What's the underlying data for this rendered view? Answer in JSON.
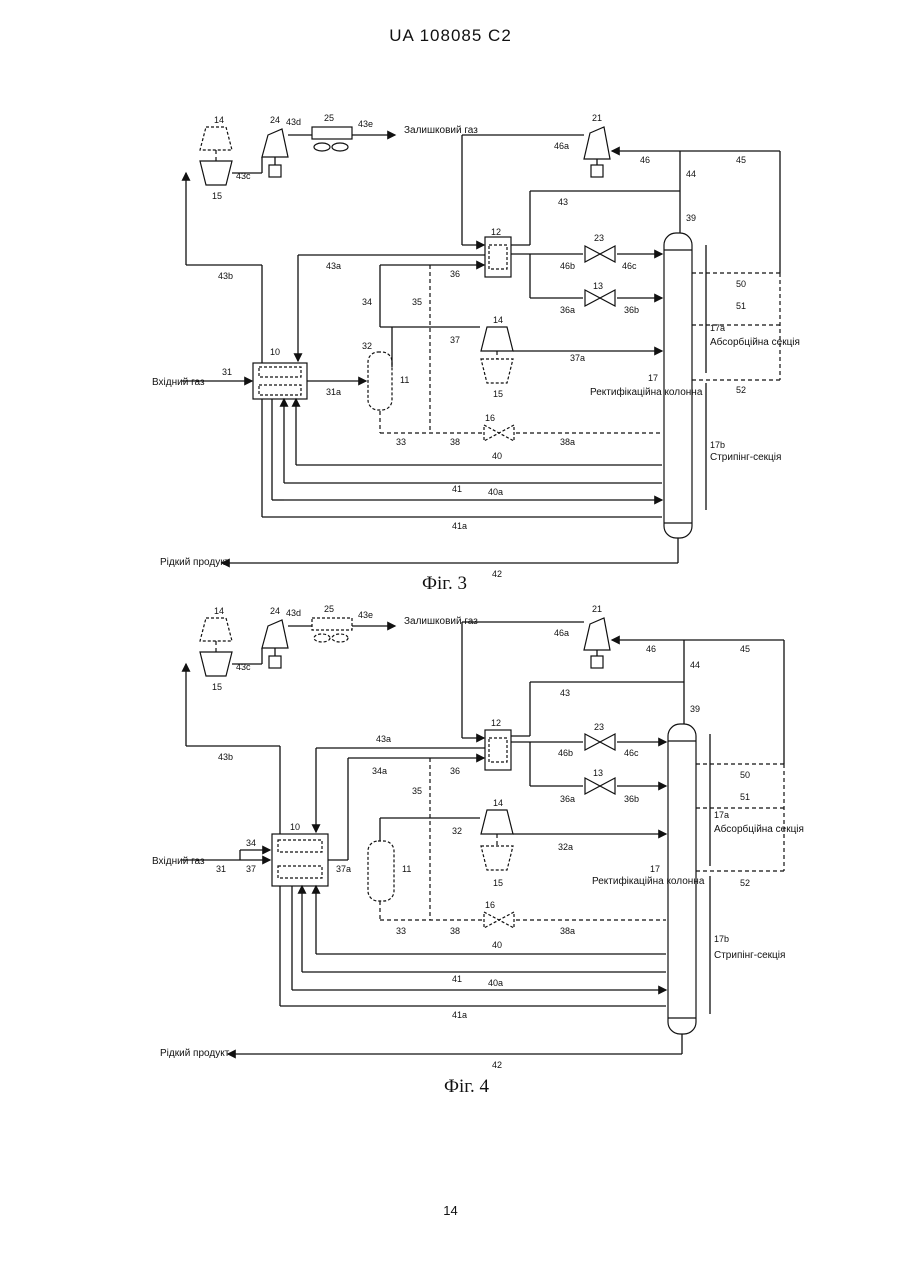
{
  "header": {
    "doc_id": "UA   108085   C2"
  },
  "page_number": "14",
  "figures": [
    {
      "caption": "Фіг. 3",
      "labels": {
        "residual_gas": "Залишковий газ",
        "inlet_gas": "Вхідний газ",
        "liquid_product": "Рідкий продукт",
        "column": "Ректифікаційна колонна",
        "absorption": "Абсорбційна секція",
        "stripping": "Стрипінг-секція"
      },
      "refs": {
        "r10": "10",
        "r11": "11",
        "r12": "12",
        "r13": "13",
        "r14a": "14",
        "r14b": "14",
        "r15a": "15",
        "r15b": "15",
        "r16": "16",
        "r17": "17",
        "r17a": "17a",
        "r17b": "17b",
        "r21": "21",
        "r23": "23",
        "r24": "24",
        "r25": "25",
        "s31": "31",
        "s31a": "31a",
        "s32": "32",
        "s33": "33",
        "s34": "34",
        "s35": "35",
        "s36": "36",
        "s36a": "36a",
        "s36b": "36b",
        "s37": "37",
        "s37a": "37a",
        "s38": "38",
        "s38a": "38a",
        "s39": "39",
        "s40": "40",
        "s40a": "40a",
        "s41": "41",
        "s41a": "41a",
        "s42": "42",
        "s43": "43",
        "s43a": "43a",
        "s43b": "43b",
        "s43c": "43c",
        "s43d": "43d",
        "s43e": "43e",
        "s44": "44",
        "s45": "45",
        "s46": "46",
        "s46a": "46a",
        "s46b": "46b",
        "s46c": "46c",
        "s50": "50",
        "s51": "51",
        "s52": "52"
      }
    },
    {
      "caption": "Фіг. 4",
      "labels": {
        "residual_gas": "Залишковий газ",
        "inlet_gas": "Вхідний газ",
        "liquid_product": "Рідкий продукт",
        "column": "Ректифікаційна колонна",
        "absorption": "Абсорбційна секція",
        "stripping": "Стрипінг-секція"
      },
      "refs": {
        "r10": "10",
        "r11": "11",
        "r12": "12",
        "r13": "13",
        "r14a": "14",
        "r14b": "14",
        "r15a": "15",
        "r15b": "15",
        "r16": "16",
        "r17": "17",
        "r17a": "17a",
        "r17b": "17b",
        "r21": "21",
        "r23": "23",
        "r24": "24",
        "r25": "25",
        "s31": "31",
        "s32": "32",
        "s32a": "32a",
        "s33": "33",
        "s34": "34",
        "s34a": "34a",
        "s35": "35",
        "s36": "36",
        "s36a": "36a",
        "s36b": "36b",
        "s37": "37",
        "s37a": "37a",
        "s38": "38",
        "s38a": "38a",
        "s39": "39",
        "s40": "40",
        "s40a": "40a",
        "s41": "41",
        "s41a": "41a",
        "s42": "42",
        "s43": "43",
        "s43a": "43a",
        "s43b": "43b",
        "s43c": "43c",
        "s43d": "43d",
        "s43e": "43e",
        "s44": "44",
        "s45": "45",
        "s46": "46",
        "s46a": "46a",
        "s46b": "46b",
        "s46c": "46c",
        "s50": "50",
        "s51": "51",
        "s52": "52"
      }
    }
  ]
}
